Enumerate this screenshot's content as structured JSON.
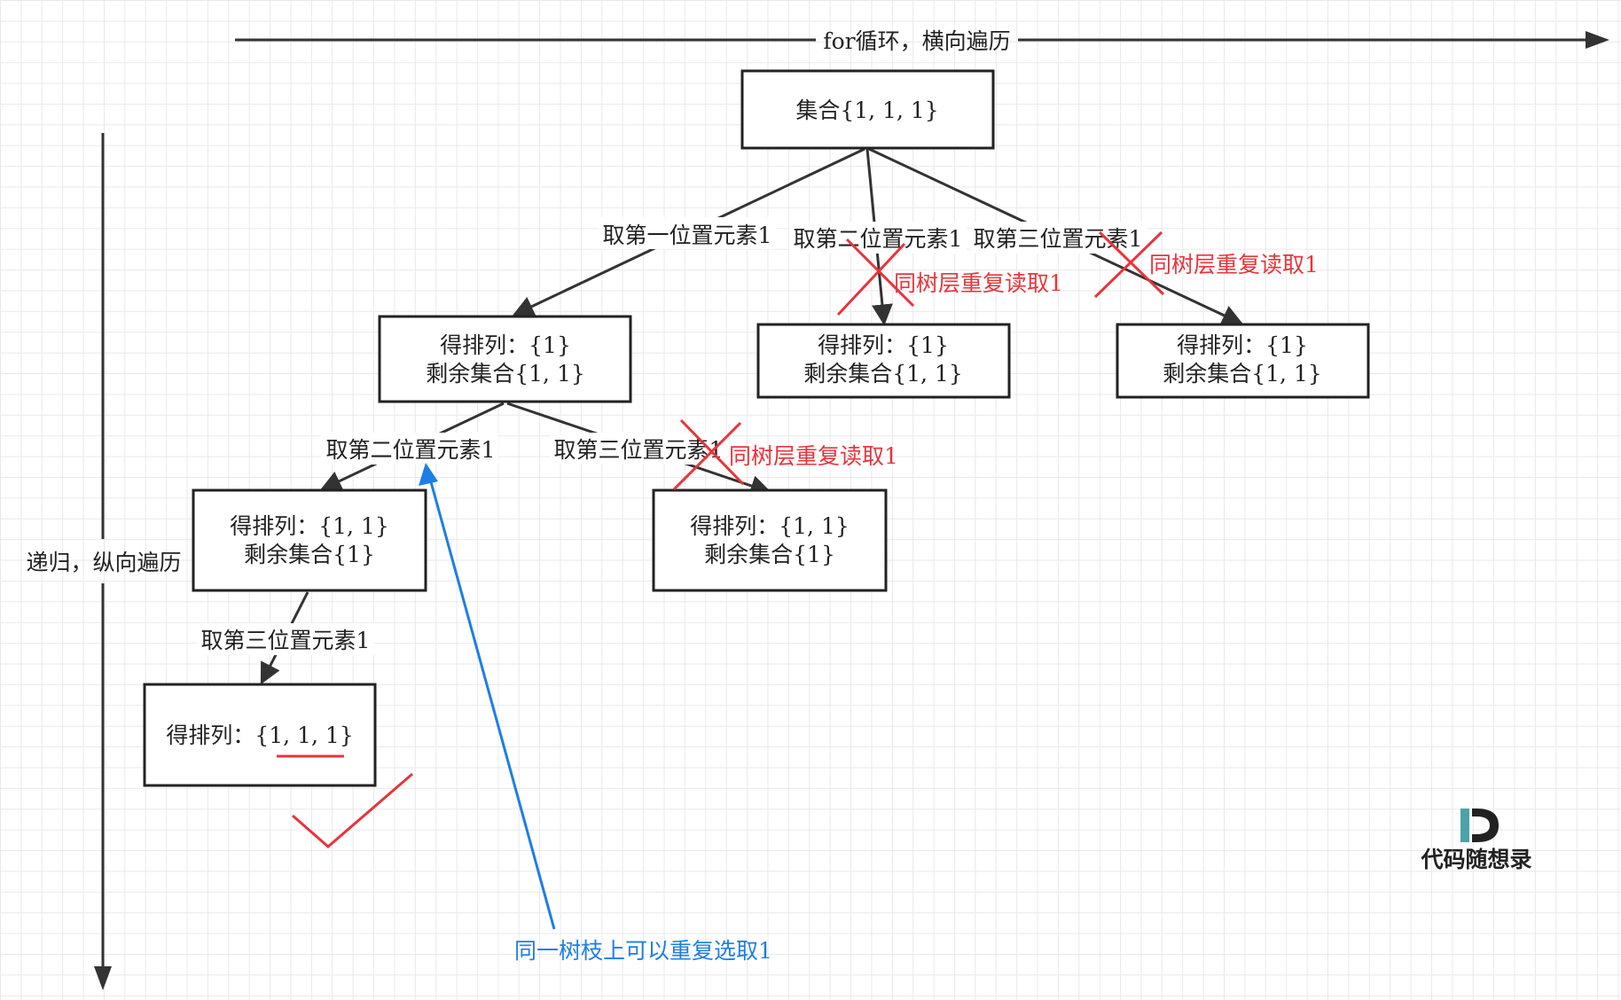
{
  "colors": {
    "line": "#333333",
    "red": "#e8343c",
    "blue": "#1d7ee6",
    "logo_accent": "#4aa3a8"
  },
  "axes": {
    "horizontal": "for循环，横向遍历",
    "vertical": "递归，纵向遍历"
  },
  "nodes": {
    "root": "集合{1, 1, 1}",
    "l1a_line1": "得排列：{1}",
    "l1a_line2": "剩余集合{1, 1}",
    "l1b_line1": "得排列：{1}",
    "l1b_line2": "剩余集合{1, 1}",
    "l1c_line1": "得排列：{1}",
    "l1c_line2": "剩余集合{1, 1}",
    "l2a_line1": "得排列：{1, 1}",
    "l2a_line2": "剩余集合{1}",
    "l2b_line1": "得排列：{1, 1}",
    "l2b_line2": "剩余集合{1}",
    "l3_line1": "得排列：{1, 1, 1}"
  },
  "edge_labels": {
    "root_first": "取第一位置元素1",
    "root_second": "取第二位置元素1",
    "root_third": "取第三位置元素1",
    "l1a_second": "取第二位置元素1",
    "l1a_third": "取第三位置元素1",
    "l2a_third": "取第三位置元素1"
  },
  "annotations": {
    "same_level_dup_1": "同树层重复读取1",
    "same_level_dup_2": "同树层重复读取1",
    "same_level_dup_3": "同树层重复读取1",
    "same_branch_ok": "同一树枝上可以重复选取1"
  },
  "logo": {
    "name": "代码随想录",
    "icon": "d-logo-icon"
  }
}
